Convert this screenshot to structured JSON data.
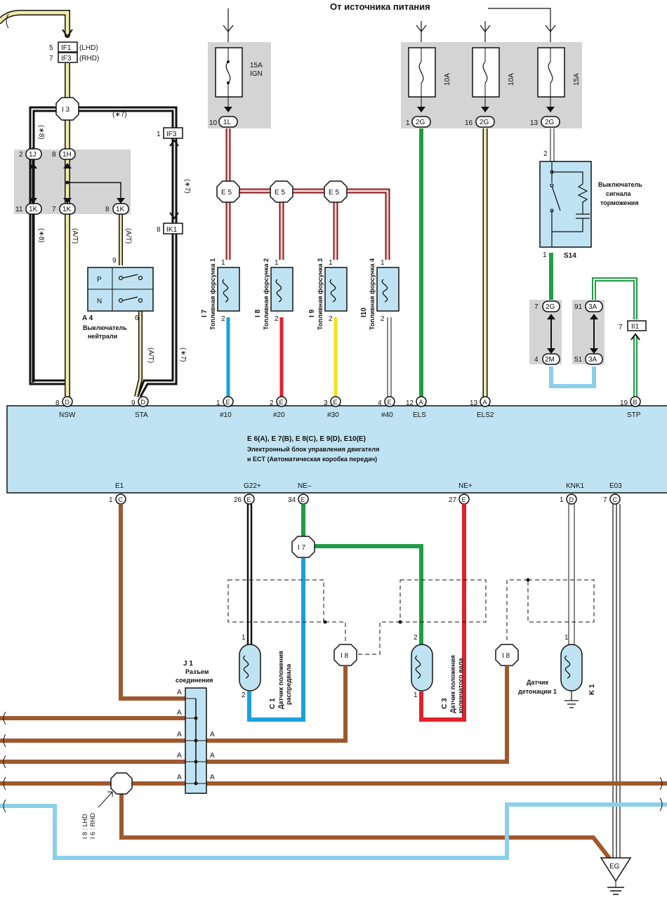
{
  "header": {
    "power_source": "От  источника питания"
  },
  "fuses": {
    "ign": {
      "rating": "15A",
      "name": "IGN"
    },
    "f1": {
      "rating": "10A"
    },
    "f2": {
      "rating": "10A"
    },
    "f3": {
      "rating": "15A"
    }
  },
  "top_left": {
    "pin5": "5",
    "pin7": "7",
    "if1": "IF1",
    "if3": "IF3",
    "lhd": "(LHD)",
    "rhd": "(RHD)"
  },
  "connectors": {
    "i3": "I 3",
    "i3_note": "(∗7)",
    "if3b": "IF3",
    "if3b_pin": "1",
    "ik1": "IK1",
    "ik1_pin": "8",
    "note8": "(∗8)",
    "note7": "(∗7)",
    "at": "(A/T)",
    "c1j": "1J",
    "c1h": "1H",
    "c1k": "1K",
    "p2": "2",
    "p8": "8",
    "p11": "11",
    "p7": "7",
    "p9": "9",
    "p6": "6",
    "p10": "10",
    "c1l": "1L",
    "p1": "1",
    "p16": "16",
    "p13": "13",
    "c2g": "2G"
  },
  "neutral_switch": {
    "id": "A 4",
    "name1": "Выключатель",
    "name2": "нейтрали",
    "p": "P",
    "n": "N"
  },
  "splices": {
    "e5": "E 5",
    "i7": "I 7",
    "i8": "I 8"
  },
  "injectors": [
    {
      "id": "I 7",
      "name": "Топливная форсунка 1"
    },
    {
      "id": "I 8",
      "name": "Топливная форсунка 2"
    },
    {
      "id": "I 9",
      "name": "Топливная форсунка 3"
    },
    {
      "id": "I10",
      "name": "Топливная форсунка 4"
    }
  ],
  "stop_switch": {
    "name1": "Выключатель",
    "name2": "сигнала",
    "name3": "торможения",
    "id": "S14",
    "pin2": "2",
    "pin1": "1"
  },
  "right_connectors": {
    "c2g": "2G",
    "c2m": "2M",
    "c3a": "3A",
    "ii1": "II1",
    "p7": "7",
    "p4": "4",
    "p91": "91",
    "p51": "51",
    "p7b": "7"
  },
  "ecu": {
    "line1": "E 6(A), E 7(B), E 8(C), E 9(D), E10(E)",
    "line2": "Электронный блок управления двигателя",
    "line3": "и ECT (Автоматическая коробка передач)",
    "top_pins": [
      {
        "num": "8",
        "conn": "D",
        "label": "NSW"
      },
      {
        "num": "9",
        "conn": "D",
        "label": "STA"
      },
      {
        "num": "1",
        "conn": "E",
        "label": "#10"
      },
      {
        "num": "2",
        "conn": "E",
        "label": "#20"
      },
      {
        "num": "3",
        "conn": "E",
        "label": "#30"
      },
      {
        "num": "4",
        "conn": "E",
        "label": "#40"
      },
      {
        "num": "12",
        "conn": "A",
        "label": "ELS"
      },
      {
        "num": "13",
        "conn": "A",
        "label": "ELS2"
      },
      {
        "num": "19",
        "conn": "B",
        "label": "STP"
      }
    ],
    "bottom_pins": [
      {
        "num": "1",
        "conn": "C",
        "label": "E1"
      },
      {
        "num": "26",
        "conn": "E",
        "label": "G22+"
      },
      {
        "num": "34",
        "conn": "E",
        "label": "NE–"
      },
      {
        "num": "27",
        "conn": "E",
        "label": "NE+"
      },
      {
        "num": "1",
        "conn": "D",
        "label": "KNK1"
      },
      {
        "num": "7",
        "conn": "C",
        "label": "E03"
      }
    ]
  },
  "sensors": {
    "c1_id": "C 1",
    "c1_l1": "Датчик положения",
    "c1_l2": "распредвала",
    "c3_id": "C 3",
    "c3_l1": "Датчик положения",
    "c3_l2": "коленчатого вала",
    "k1_id": "K 1",
    "k1_l1": "Датчик",
    "k1_l2": "детонации 1",
    "p1": "1",
    "p2": "2"
  },
  "junction": {
    "id": "J 1",
    "l1": "Разъем",
    "l2": "соединения",
    "a": "A"
  },
  "bottom": {
    "lhd_note": "I 8 : LHD",
    "rhd_note": "I 6 : RHD",
    "ground": "EG"
  },
  "colors": {
    "ecu_fill": "#bfe3f2",
    "gray_box": "#d4d4d4",
    "component_fill": "#bfe3f2",
    "brown": "#a0582e",
    "lightblue": "#8ccfe8",
    "blue": "#1aa0dd",
    "green": "#1f9d45",
    "red": "#e1212b",
    "yellow": "#f4e11a",
    "cream": "#f2e8a8",
    "black": "#111111"
  }
}
